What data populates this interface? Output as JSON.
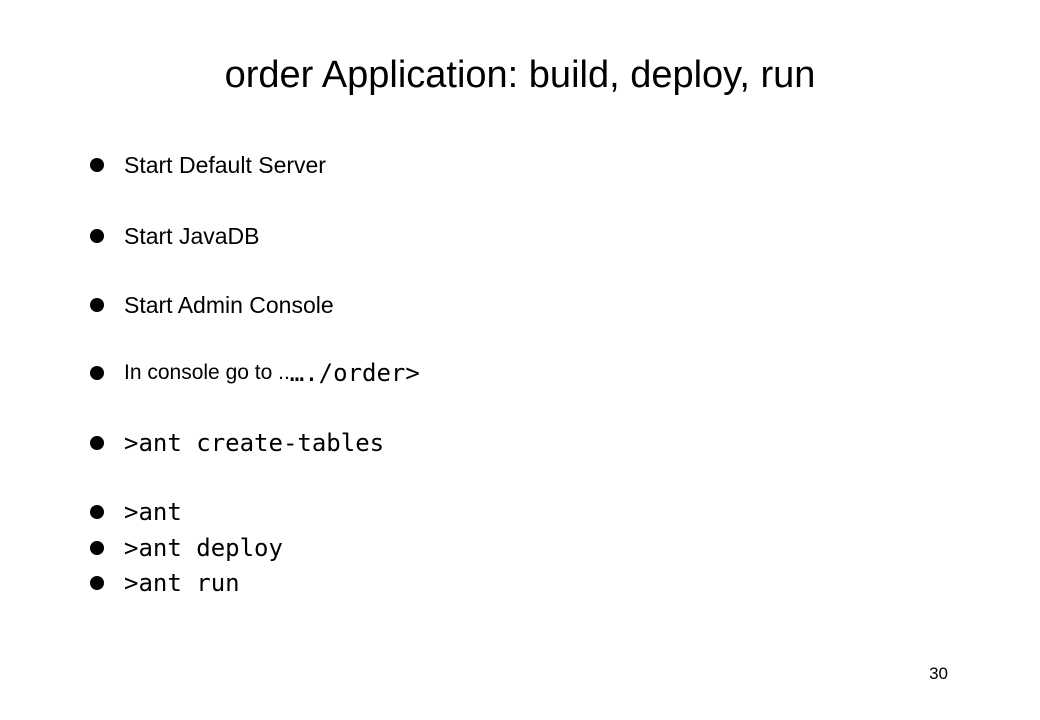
{
  "slide": {
    "title": "order Application: build, deploy, run",
    "bullets": [
      {
        "text": "Start Default Server"
      },
      {
        "text": "Start JavaDB"
      },
      {
        "text": "Start Admin Console"
      },
      {
        "text_prefix": "In console go to ..",
        "text_code": "…./order>"
      },
      {
        "code": ">ant create-tables"
      },
      {
        "code": ">ant"
      },
      {
        "code": ">ant deploy"
      },
      {
        "code": ">ant run"
      }
    ],
    "page_number": "30"
  }
}
